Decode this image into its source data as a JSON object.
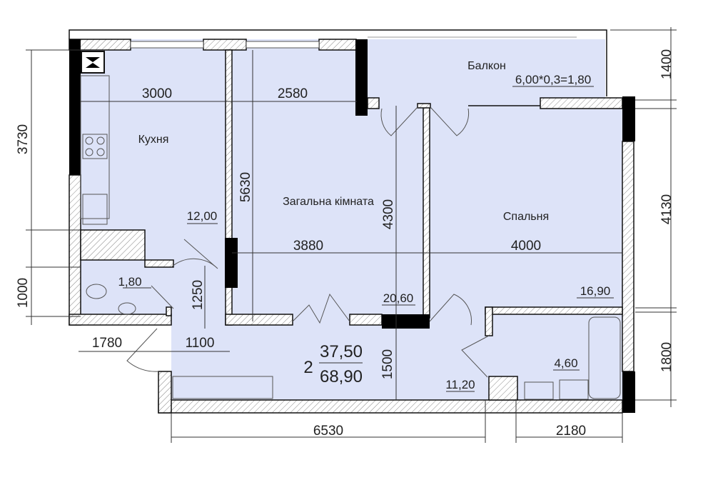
{
  "plan": {
    "rooms_count": "2",
    "living_area": "37,50",
    "total_area": "68,90",
    "fill_color": "#dde3f8",
    "rooms": {
      "kitchen": {
        "name": "Кухня",
        "area": "12,00"
      },
      "living": {
        "name": "Загальна кімната",
        "area": "20,60"
      },
      "bedroom": {
        "name": "Спальня",
        "area": "16,90"
      },
      "balcony": {
        "name": "Балкон",
        "area": "6,00*0,3=1,80"
      },
      "wc": {
        "area": "1,80"
      },
      "bathroom": {
        "area": "4,60"
      },
      "hall": {
        "area": "11,20"
      }
    },
    "dimensions": {
      "kitchen_width": "3000",
      "living_width_top": "2580",
      "living_width": "3880",
      "bedroom_width": "4000",
      "living_depth": "5630",
      "bedroom_depth_inner": "4300",
      "corridor_1250": "1250",
      "wc_width": "1780",
      "corridor_width": "1100",
      "hall_depth": "1500",
      "bottom_total": "6530",
      "bathroom_width": "2180",
      "left_top": "3730",
      "left_bottom": "1000",
      "right_balcony": "1400",
      "right_bedroom": "4130",
      "right_bath": "1800"
    }
  }
}
